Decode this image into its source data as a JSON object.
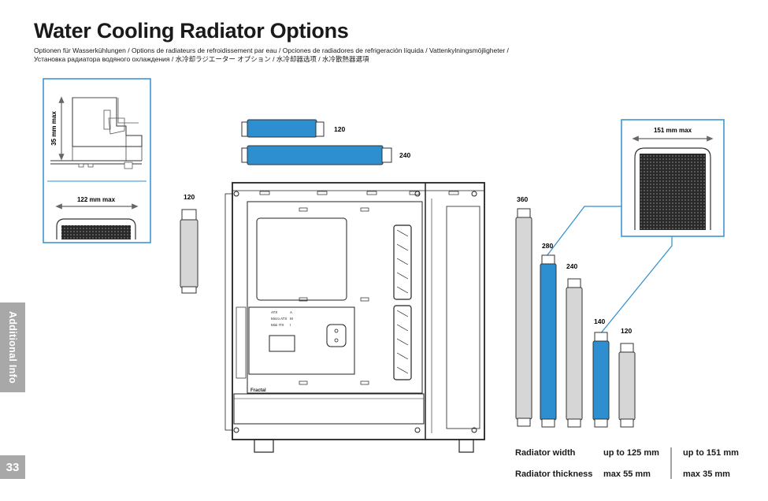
{
  "header": {
    "title": "Water Cooling Radiator Options",
    "subtitle_line1": "Optionen für Wasserkühlungen / Options de radiateurs de refroidissement par eau / Opciones de radiadores de refrigeración líquida / Vattenkylningsmöjligheter /",
    "subtitle_line2": "Установка радиатора водяного охлаждения / 水冷却ラジエーター オプション / 水冷却器选项 / 水冷散熱器選項"
  },
  "sidebar": {
    "section": "Additional Info",
    "page_number": "33"
  },
  "inset_left": {
    "height_label": "35 mm max",
    "width_label": "122 mm max"
  },
  "inset_right": {
    "width_label": "151 mm max"
  },
  "top_radiators": [
    "120",
    "240"
  ],
  "rear_radiator": "120",
  "front_radiators": [
    "360",
    "280",
    "240",
    "140",
    "120"
  ],
  "case_labels": {
    "brand": "Fractal",
    "mb_atx": "ATX",
    "mb_matx": "Micro ATX",
    "mb_itx": "Mini ITX",
    "mb_a": "A",
    "mb_m": "M",
    "mb_i": "I"
  },
  "specs": {
    "width_label": "Radiator width",
    "thickness_label": "Radiator thickness",
    "width_col1": "up to 125 mm",
    "thickness_col1": "max 55 mm",
    "width_col2": "up to 151 mm",
    "thickness_col2": "max 35 mm"
  },
  "colors": {
    "accent_blue": "#2e8fd0",
    "outline": "#333333",
    "grey_radiator": "#d6d6d6",
    "tab_grey": "#a8a8a8"
  }
}
